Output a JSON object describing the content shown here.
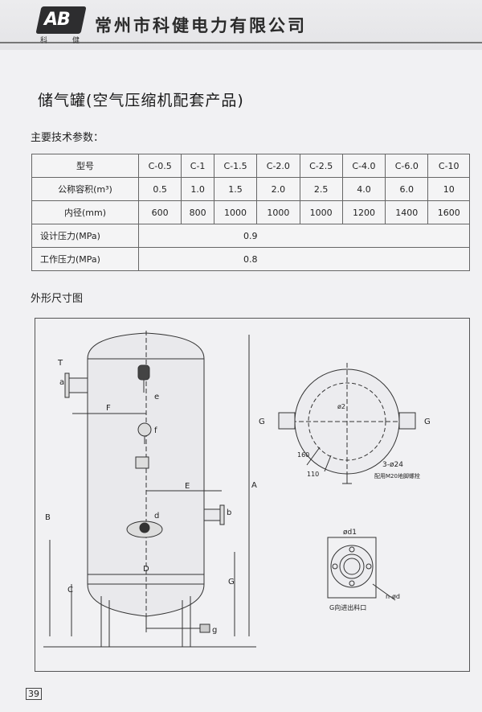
{
  "header": {
    "logo_text": "AB",
    "logo_sub_left": "科",
    "logo_sub_right": "健",
    "company": "常州市科健电力有限公司"
  },
  "title": "储气罐(空气压缩机配套产品)",
  "spec_heading": "主要技术参数：",
  "spec_table": {
    "model_label": "型号",
    "models": [
      "C-0.5",
      "C-1",
      "C-1.5",
      "C-2.0",
      "C-2.5",
      "C-4.0",
      "C-6.0",
      "C-10"
    ],
    "volume_label": "公称容积(m³)",
    "volumes": [
      "0.5",
      "1.0",
      "1.5",
      "2.0",
      "2.5",
      "4.0",
      "6.0",
      "10"
    ],
    "diameter_label": "内径(mm)",
    "diameters": [
      "600",
      "800",
      "1000",
      "1000",
      "1000",
      "1200",
      "1400",
      "1600"
    ],
    "design_pressure_label": "设计压力(MPa)",
    "design_pressure": "0.9",
    "working_pressure_label": "工作压力(MPa)",
    "working_pressure": "0.8"
  },
  "drawing_heading": "外形尺寸图",
  "drawing": {
    "labels": {
      "T": "T",
      "a": "a",
      "e": "e",
      "F": "F",
      "f": "f",
      "E": "E",
      "d": "d",
      "D": "D",
      "A": "A",
      "B": "B",
      "C": "C",
      "G": "G",
      "b": "b",
      "g": "g",
      "G_left": "G",
      "G_right": "G",
      "dim160": "160",
      "dim110": "110",
      "phi2": "ø2",
      "bolts": "3-ø24",
      "bolts_note": "配用M20地脚螺栓",
      "phi_d1": "ød1",
      "n_phi_d": "n-ød",
      "flange_caption": "G向进出料口"
    }
  },
  "page_number": "39"
}
